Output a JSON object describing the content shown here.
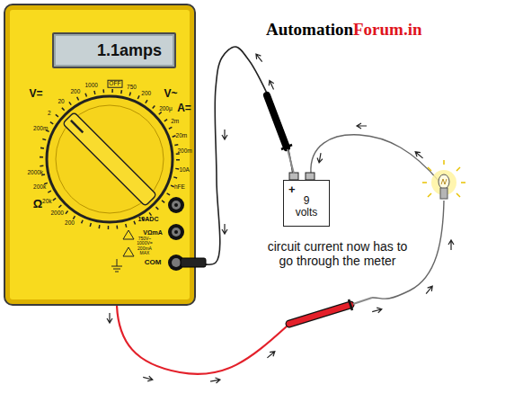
{
  "diagram": {
    "nodes": [
      {
        "text": [
          "V=",
          "1000",
          "200",
          "20",
          "2",
          "200m",
          "OFF",
          "750",
          "200",
          "V~",
          "200μ",
          "2m",
          "20m",
          "200m",
          "A=",
          "10A",
          "hFE",
          "Ω",
          "200",
          "2000",
          "20k",
          "200k",
          "2000k",
          "10ADC",
          "VΩmA",
          "750V~ 1000V= 200mA MAX",
          "COM"
        ]
      },
      {
        "text": [
          "1.1amps"
        ],
        "in": 0
      },
      {
        "text": [
          "+",
          "9 volts"
        ]
      }
    ],
    "edges": [
      {
        "from": 0,
        "to": 2,
        "arrow": "none"
      }
    ],
    "labels": [
      "Automation",
      "Forum.in",
      "circuit current now has to go through the meter"
    ]
  }
}
